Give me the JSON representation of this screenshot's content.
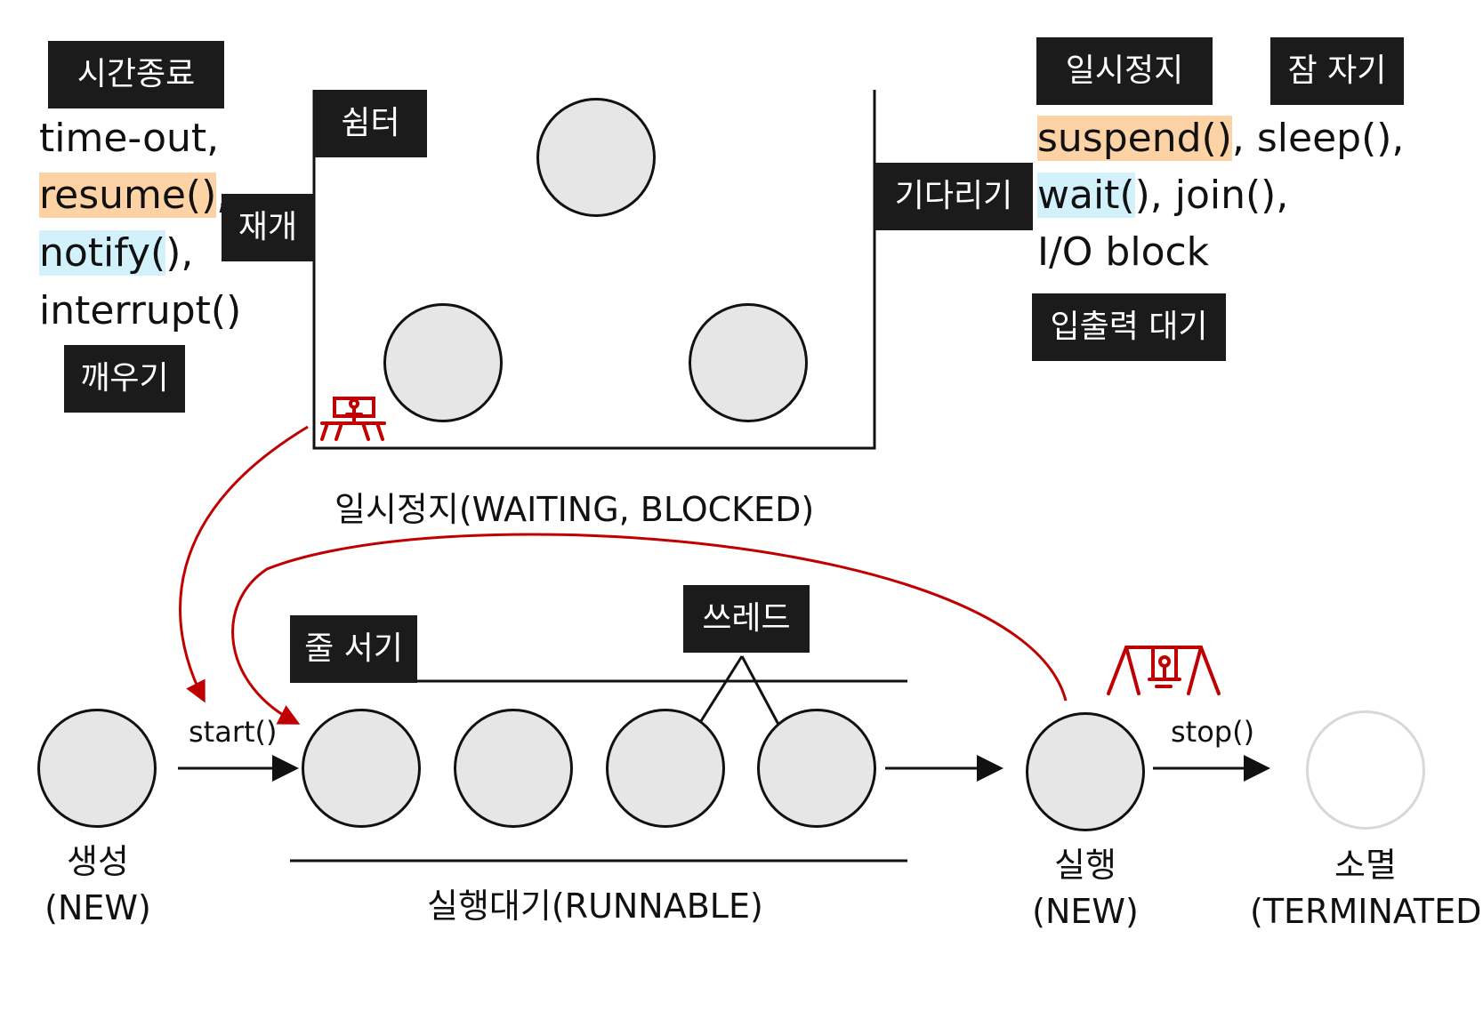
{
  "left_methods": {
    "tag_timeout": "시간종료",
    "tag_resume": "재개",
    "tag_wakeup": "깨우기",
    "line1": "time-out,",
    "resume_call": "resume()",
    "resume_sep": ",",
    "notify_name": "notify(",
    "notify_rest": "),",
    "interrupt": "interrupt()"
  },
  "right_methods": {
    "tag_pause": "일시정지",
    "tag_sleep": "잠 자기",
    "tag_wait": "기다리기",
    "tag_io": "입출력 대기",
    "suspend_call": "suspend()",
    "sleep_part": ", sleep(),",
    "wait_name": "wait(",
    "join_part": "), join(),",
    "io_block": "I/O block"
  },
  "waiting_box": {
    "tag_shelter": "쉼터",
    "caption": "일시정지(WAITING, BLOCKED)"
  },
  "runnable": {
    "tag_queue": "줄 서기",
    "tag_thread": "쓰레드",
    "caption": "실행대기(RUNNABLE)"
  },
  "states": {
    "new_label": "생성",
    "new_sub": "(NEW)",
    "start_call": "start()",
    "running_label": "실행",
    "running_sub": "(NEW)",
    "stop_call": "stop()",
    "terminated_label": "소멸",
    "terminated_sub": "(TERMINATED)"
  },
  "colors": {
    "arrow_red": "#c00000",
    "tag_bg": "#1b1b1b",
    "circle_fill": "#e6e6e6",
    "highlight_orange": "#fdd3a6",
    "highlight_blue": "#d3f1fb"
  },
  "icons": [
    "bench-icon",
    "swing-icon"
  ]
}
